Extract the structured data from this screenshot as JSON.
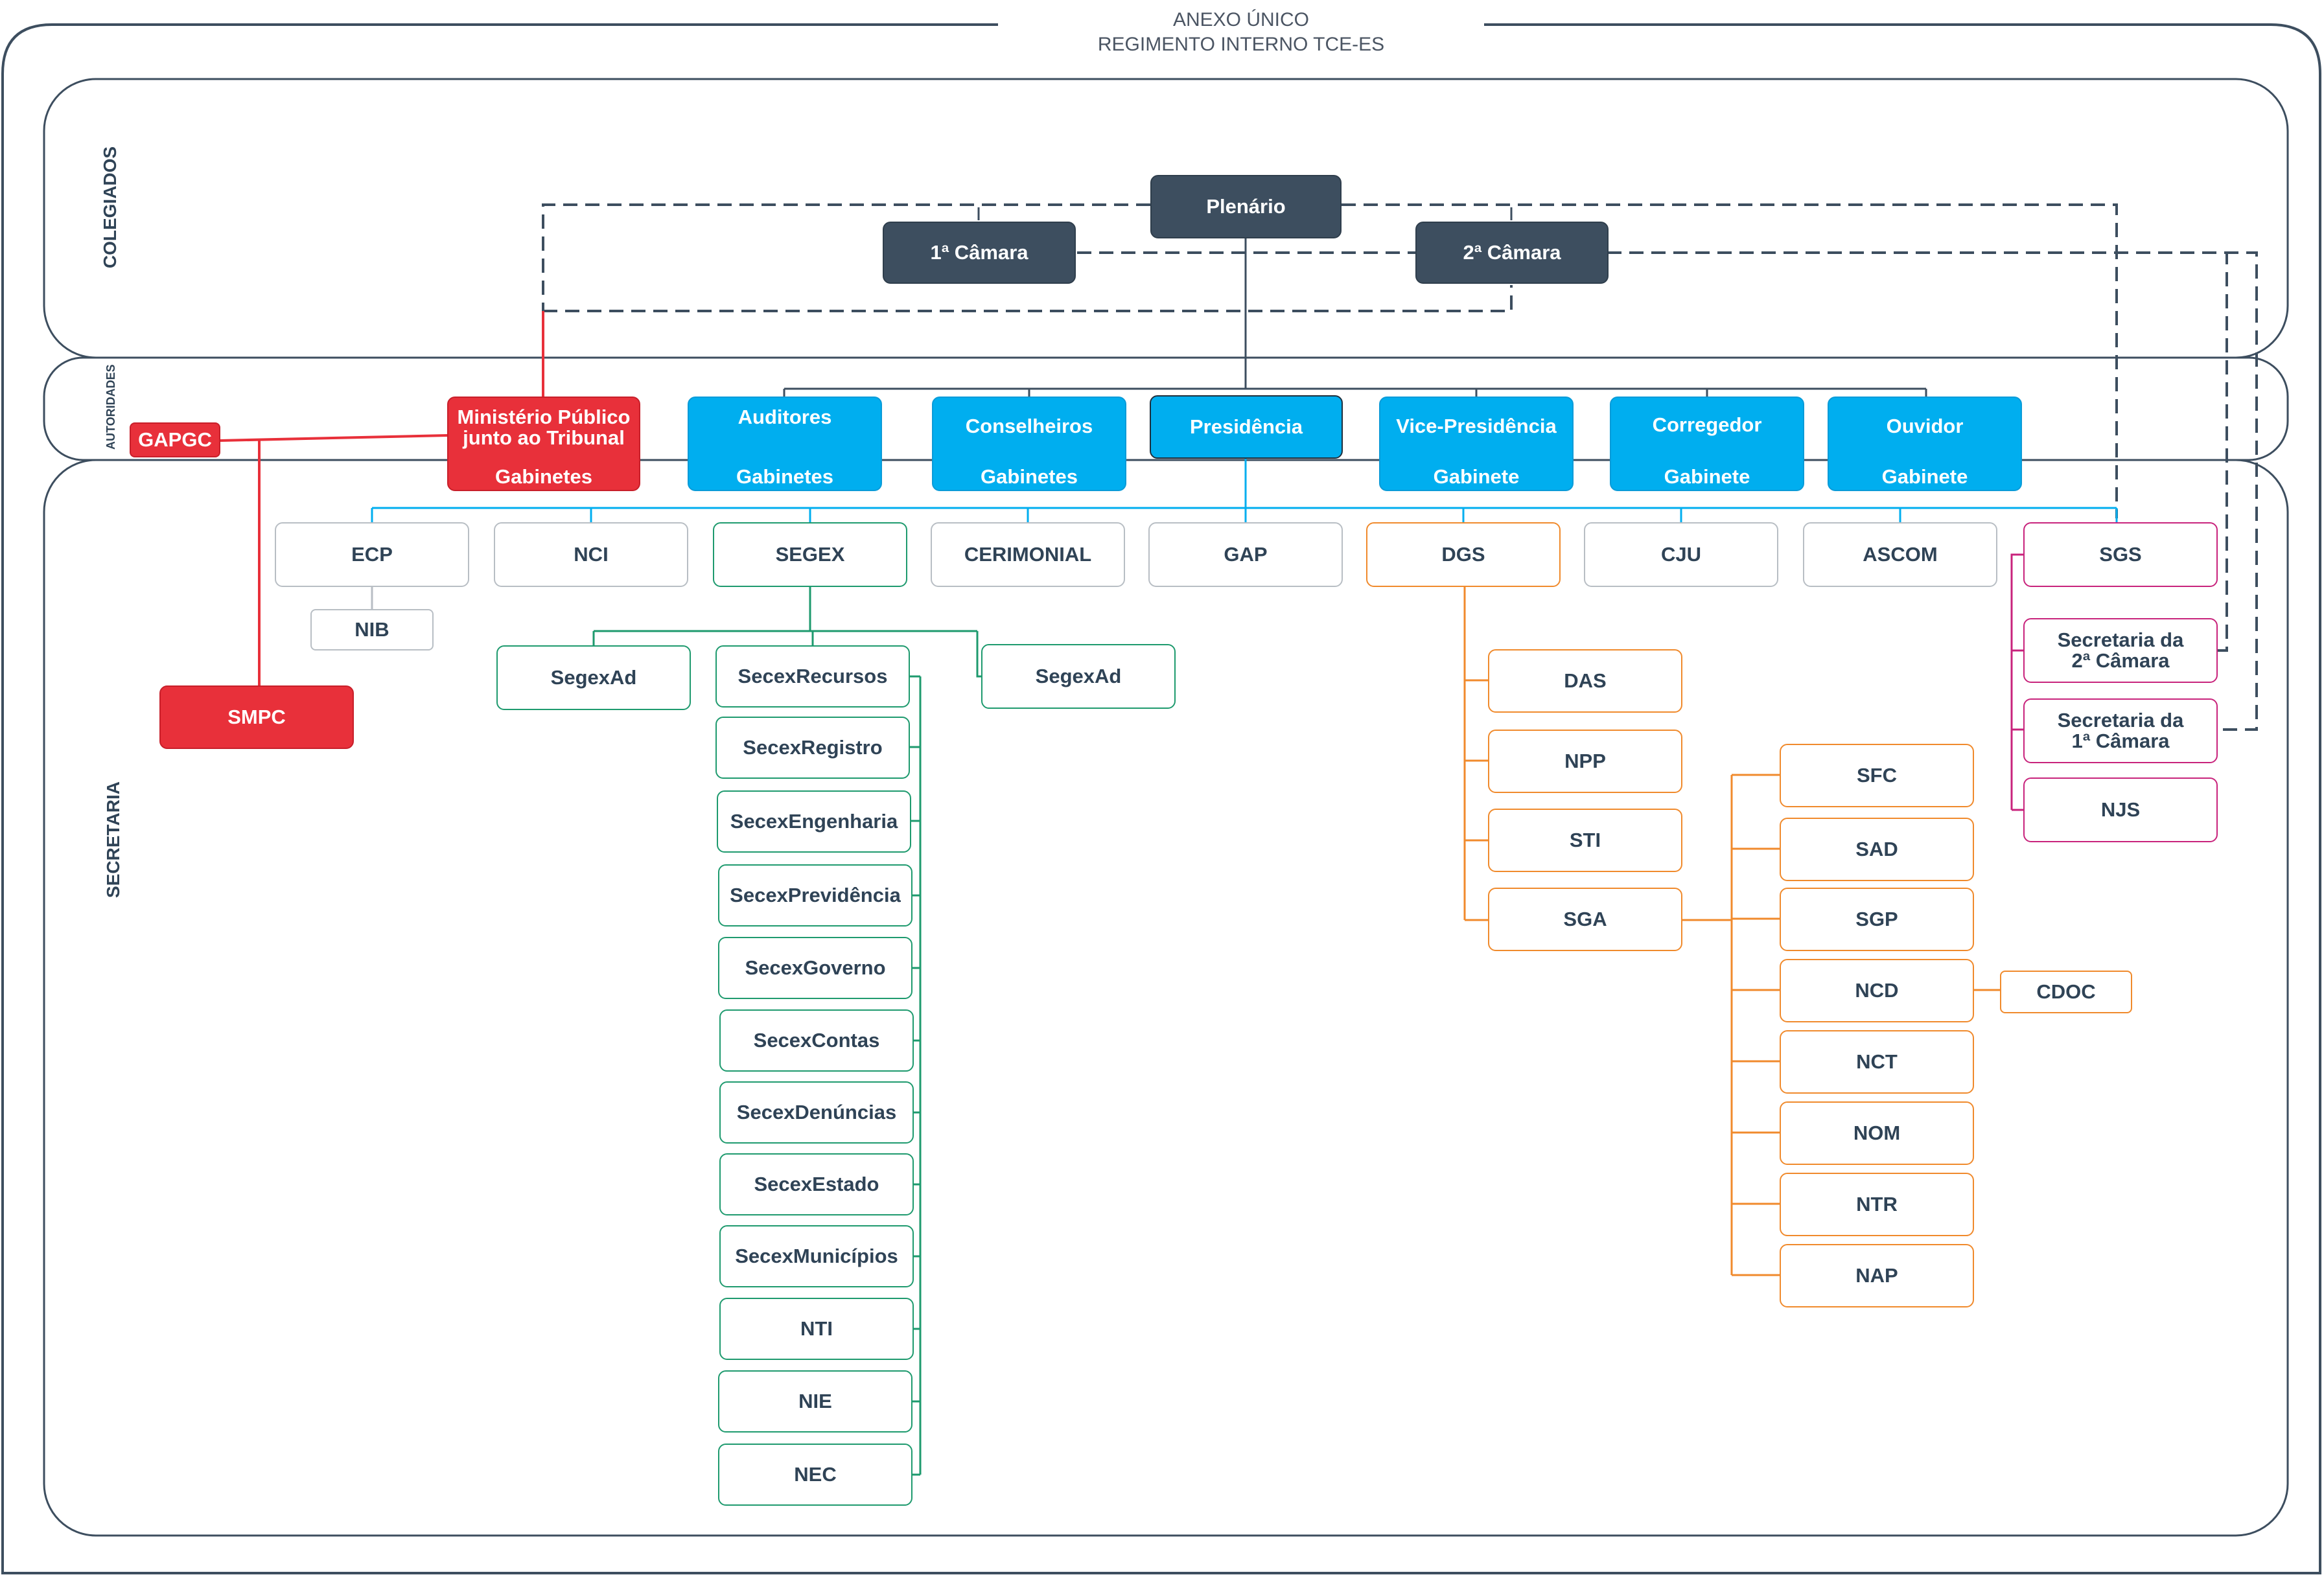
{
  "header": {
    "line1": "ANEXO ÚNICO",
    "line2": "REGIMENTO INTERNO TCE-ES"
  },
  "sections": {
    "colegiados": "COLEGIADOS",
    "autoridades": "AUTORIDADES",
    "secretaria": "SECRETARIA"
  },
  "colegiados": {
    "plenario": "Plenário",
    "camara1": "1ª Câmara",
    "camara2": "2ª Câmara"
  },
  "autoridades": {
    "gapgc": "GAPGC",
    "mp_line1": "Ministério Público",
    "mp_line2": "junto ao Tribunal",
    "mp_sub": "Gabinetes",
    "auditores": "Auditores",
    "auditores_sub": "Gabinetes",
    "conselheiros": "Conselheiros",
    "conselheiros_sub": "Gabinetes",
    "presidencia": "Presidência",
    "vice": "Vice-Presidência",
    "vice_sub": "Gabinete",
    "corregedor": "Corregedor",
    "corregedor_sub": "Gabinete",
    "ouvidor": "Ouvidor",
    "ouvidor_sub": "Gabinete"
  },
  "secretaria": {
    "smpc": "SMPC",
    "ecp": "ECP",
    "nib": "NIB",
    "nci": "NCI",
    "segex": "SEGEX",
    "cerimonial": "CERIMONIAL",
    "gap": "GAP",
    "dgs": "DGS",
    "cju": "CJU",
    "ascom": "ASCOM",
    "sgs": "SGS",
    "segexad_left": "SegexAd",
    "segexad_right": "SegexAd",
    "secex": [
      "SecexRecursos",
      "SecexRegistro",
      "SecexEngenharia",
      "SecexPrevidência",
      "SecexGoverno",
      "SecexContas",
      "SecexDenúncias",
      "SecexEstado",
      "SecexMunicípios",
      "NTI",
      "NIE",
      "NEC"
    ],
    "dgs_children": [
      "DAS",
      "NPP",
      "STI",
      "SGA"
    ],
    "sga_children": [
      "SFC",
      "SAD",
      "SGP",
      "NCD",
      "NCT",
      "NOM",
      "NTR",
      "NAP"
    ],
    "cdoc": "CDOC",
    "sgs_children": {
      "sec2_line1": "Secretaria da",
      "sec2_line2": "2ª Câmara",
      "sec1_line1": "Secretaria da",
      "sec1_line2": "1ª Câmara",
      "njs": "NJS"
    }
  },
  "colors": {
    "colegiados": "#3d4e5f",
    "autoridades": "#00aeef",
    "ministerio_publico": "#e8303a",
    "gray_units": "#b8bec4",
    "segex_units": "#1e9a6e",
    "dgs_units": "#f08a2c",
    "sgs_units": "#c8237c"
  }
}
